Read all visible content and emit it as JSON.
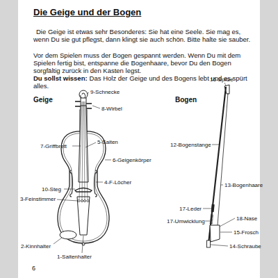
{
  "diagram": {
    "title": "Die Geige und der Bogen",
    "labels": [
      "Die Geige ist etwas sehr Besonderes: Sie hat eine Seele. Sie mag es, wenn Du sie gut pflegst, dann klingt sie auch schön. Bitte halte sie sauber.",
      "Vor dem Spielen muss der Bogen gespannt werden. Wenn Du mit dem Spielen fertig bist, entspanne die Bogenhaare, bevor Du den Bogen sorgfältig zurück in den Kasten legst.",
      "Du sollst wissen:",
      "Das Holz der Geige und des Bogens lebt und es spürt alles.",
      "Geige",
      "Bogen",
      "9-Schnecke",
      "8-Wirbel",
      "7-Griffbrett",
      "5-Saiten",
      "6-Geigenkörper",
      "4-F-Löcher",
      "10-Steg",
      "3-Feinstimmer",
      "2-Kinnhalter",
      "1-Saitenhalter",
      "16-Spitze",
      "12-Bogenstange",
      "13-Bogenhaare",
      "17-Leder",
      "18-Nase",
      "17-Umwicklung",
      "15-Frosch",
      "14-Schraube",
      "6"
    ]
  }
}
